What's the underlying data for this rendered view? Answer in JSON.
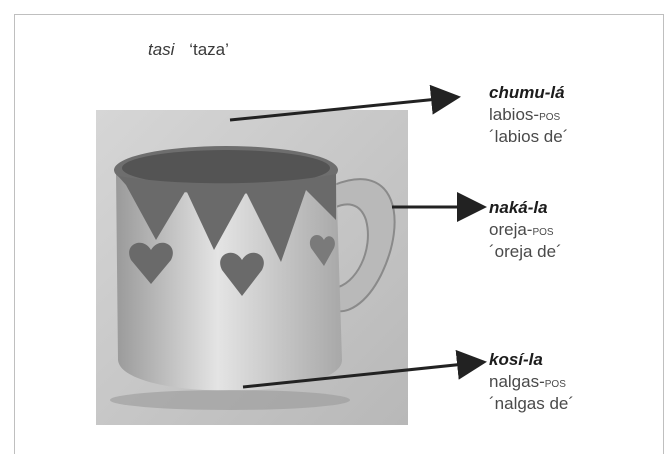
{
  "title": {
    "word": "tasi",
    "gloss": "‘taza’"
  },
  "labels": [
    {
      "head": "chumu-lá",
      "stem": "labios-",
      "pos": "pos",
      "translation": "´labios de´"
    },
    {
      "head": "naká-la",
      "stem": "oreja-",
      "pos": "pos",
      "translation": "´oreja de´"
    },
    {
      "head": "kosí-la",
      "stem": "nalgas-",
      "pos": "pos",
      "translation": "´nalgas de´"
    }
  ],
  "colors": {
    "arrow": "#222222",
    "hearts": "#6a6a6a",
    "mug": "#cfcfcf"
  }
}
